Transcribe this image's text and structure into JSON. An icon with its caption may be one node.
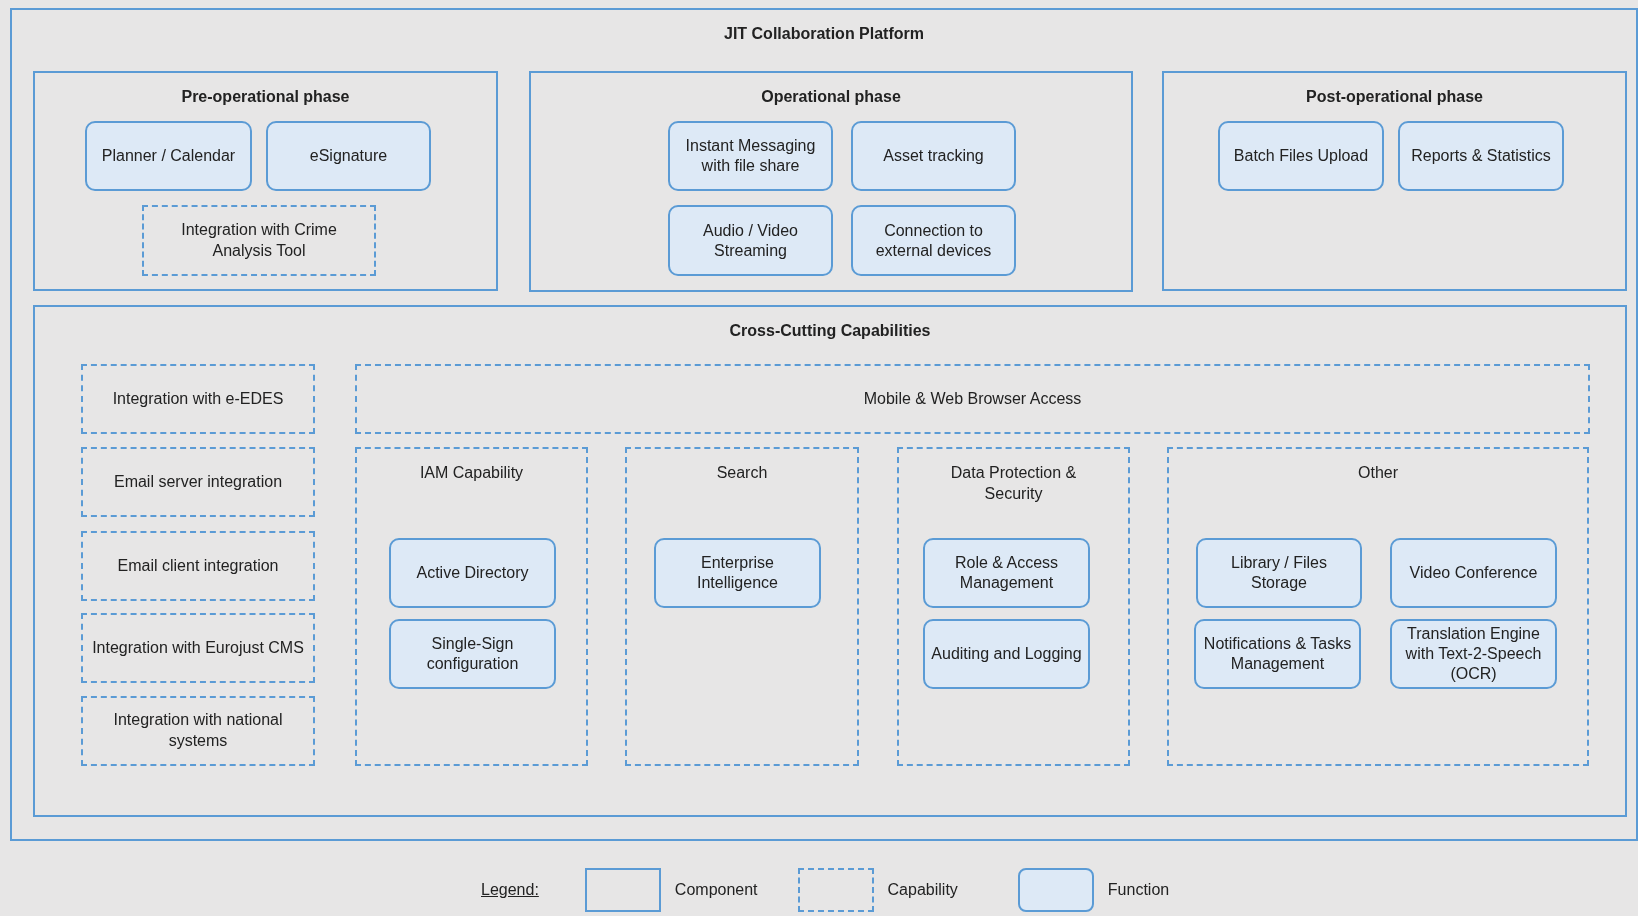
{
  "diagram": {
    "nodes": [
      {
        "text": [
          "JIT Collaboration Platform"
        ]
      },
      {
        "text": [
          "Pre-operational phase"
        ],
        "in": 0
      },
      {
        "text": [
          "Planner / Calendar"
        ],
        "in": 1
      },
      {
        "text": [
          "eSignature"
        ],
        "in": 1
      },
      {
        "text": [
          "Integration with Crime Analysis Tool"
        ],
        "in": 1
      },
      {
        "text": [
          "Operational phase"
        ],
        "in": 0
      },
      {
        "text": [
          "Instant Messaging with file share"
        ],
        "in": 5
      },
      {
        "text": [
          "Asset tracking"
        ],
        "in": 5
      },
      {
        "text": [
          "Audio / Video Streaming"
        ],
        "in": 5
      },
      {
        "text": [
          "Connection to external devices"
        ],
        "in": 5
      },
      {
        "text": [
          "Post-operational phase"
        ],
        "in": 0
      },
      {
        "text": [
          "Batch Files Upload"
        ],
        "in": 10
      },
      {
        "text": [
          "Reports & Statistics"
        ],
        "in": 10
      },
      {
        "text": [
          "Cross-Cutting Capabilities"
        ],
        "in": 0
      },
      {
        "text": [
          "Integration with e-EDES"
        ],
        "in": 13
      },
      {
        "text": [
          "Email server integration"
        ],
        "in": 13
      },
      {
        "text": [
          "Email client integration"
        ],
        "in": 13
      },
      {
        "text": [
          "Integration with Eurojust CMS"
        ],
        "in": 13
      },
      {
        "text": [
          "Integration with national systems"
        ],
        "in": 13
      },
      {
        "text": [
          "Mobile & Web Browser Access"
        ],
        "in": 13
      },
      {
        "text": [
          "IAM Capability"
        ],
        "in": 13
      },
      {
        "text": [
          "Active Directory"
        ],
        "in": 20
      },
      {
        "text": [
          "Single-Sign configuration"
        ],
        "in": 20
      },
      {
        "text": [
          "Search"
        ],
        "in": 13
      },
      {
        "text": [
          "Enterprise Intelligence"
        ],
        "in": 23
      },
      {
        "text": [
          "Data Protection & Security"
        ],
        "in": 13
      },
      {
        "text": [
          "Role & Access Management"
        ],
        "in": 25
      },
      {
        "text": [
          "Auditing and Logging"
        ],
        "in": 25
      },
      {
        "text": [
          "Other"
        ],
        "in": 13
      },
      {
        "text": [
          "Library / Files Storage"
        ],
        "in": 28
      },
      {
        "text": [
          "Video Conference"
        ],
        "in": 28
      },
      {
        "text": [
          "Notifications & Tasks Management"
        ],
        "in": 28
      },
      {
        "text": [
          "Translation Engine with Text-2-Speech (OCR)"
        ],
        "in": 28
      }
    ],
    "edges": [],
    "labels": [
      "Legend:"
    ],
    "legend": [
      {
        "text": "Component"
      },
      {
        "text": "Capability"
      },
      {
        "text": "Function"
      }
    ]
  }
}
